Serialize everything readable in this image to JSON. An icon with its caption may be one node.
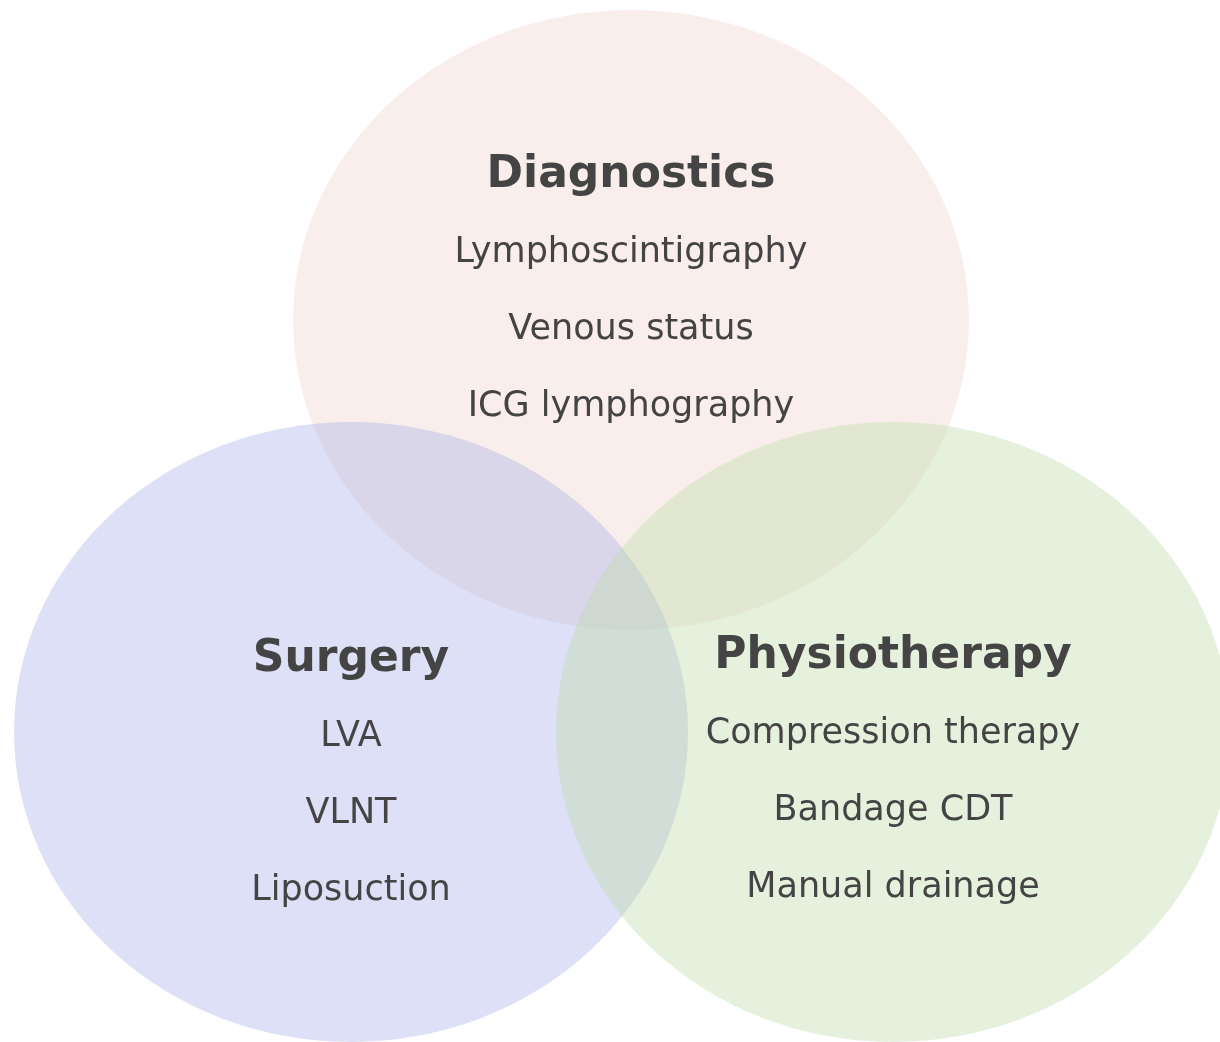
{
  "diagram": {
    "nodes": [
      {
        "text": [
          "Diagnostics",
          "Lymphoscintigraphy",
          "Venous status",
          "ICG lymphography"
        ]
      },
      {
        "text": [
          "Surgery",
          "LVA",
          "VLNT",
          "Liposuction"
        ]
      },
      {
        "text": [
          "Physiotherapy",
          "Compression therapy",
          "Bandage CDT",
          "Manual drainage"
        ]
      }
    ],
    "edges": []
  }
}
